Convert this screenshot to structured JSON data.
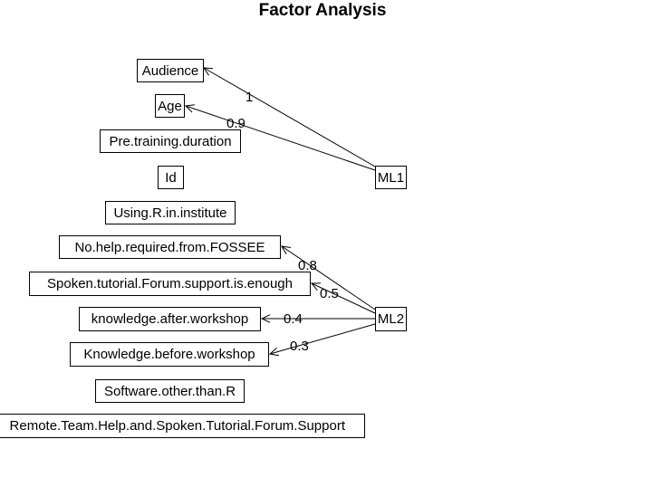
{
  "title": "Factor Analysis",
  "variables": [
    "Audience",
    "Age",
    "Pre.training.duration",
    "Id",
    "Using.R.in.institute",
    "No.help.required.from.FOSSEE",
    "Spoken.tutorial.Forum.support.is.enough",
    "knowledge.after.workshop",
    "Knowledge.before.workshop",
    "Software.other.than.R",
    "Remote.Team.Help.and.Spoken.Tutorial.Forum.Support"
  ],
  "factors": [
    "ML1",
    "ML2"
  ],
  "loadings": [
    {
      "factor": "ML1",
      "variable": "Audience",
      "value": "1"
    },
    {
      "factor": "ML1",
      "variable": "Age",
      "value": "0.9"
    },
    {
      "factor": "ML2",
      "variable": "No.help.required.from.FOSSEE",
      "value": "0.8"
    },
    {
      "factor": "ML2",
      "variable": "Spoken.tutorial.Forum.support.is.enough",
      "value": "0.5"
    },
    {
      "factor": "ML2",
      "variable": "knowledge.after.workshop",
      "value": "0.4"
    },
    {
      "factor": "ML2",
      "variable": "Knowledge.before.workshop",
      "value": "0.3"
    }
  ]
}
